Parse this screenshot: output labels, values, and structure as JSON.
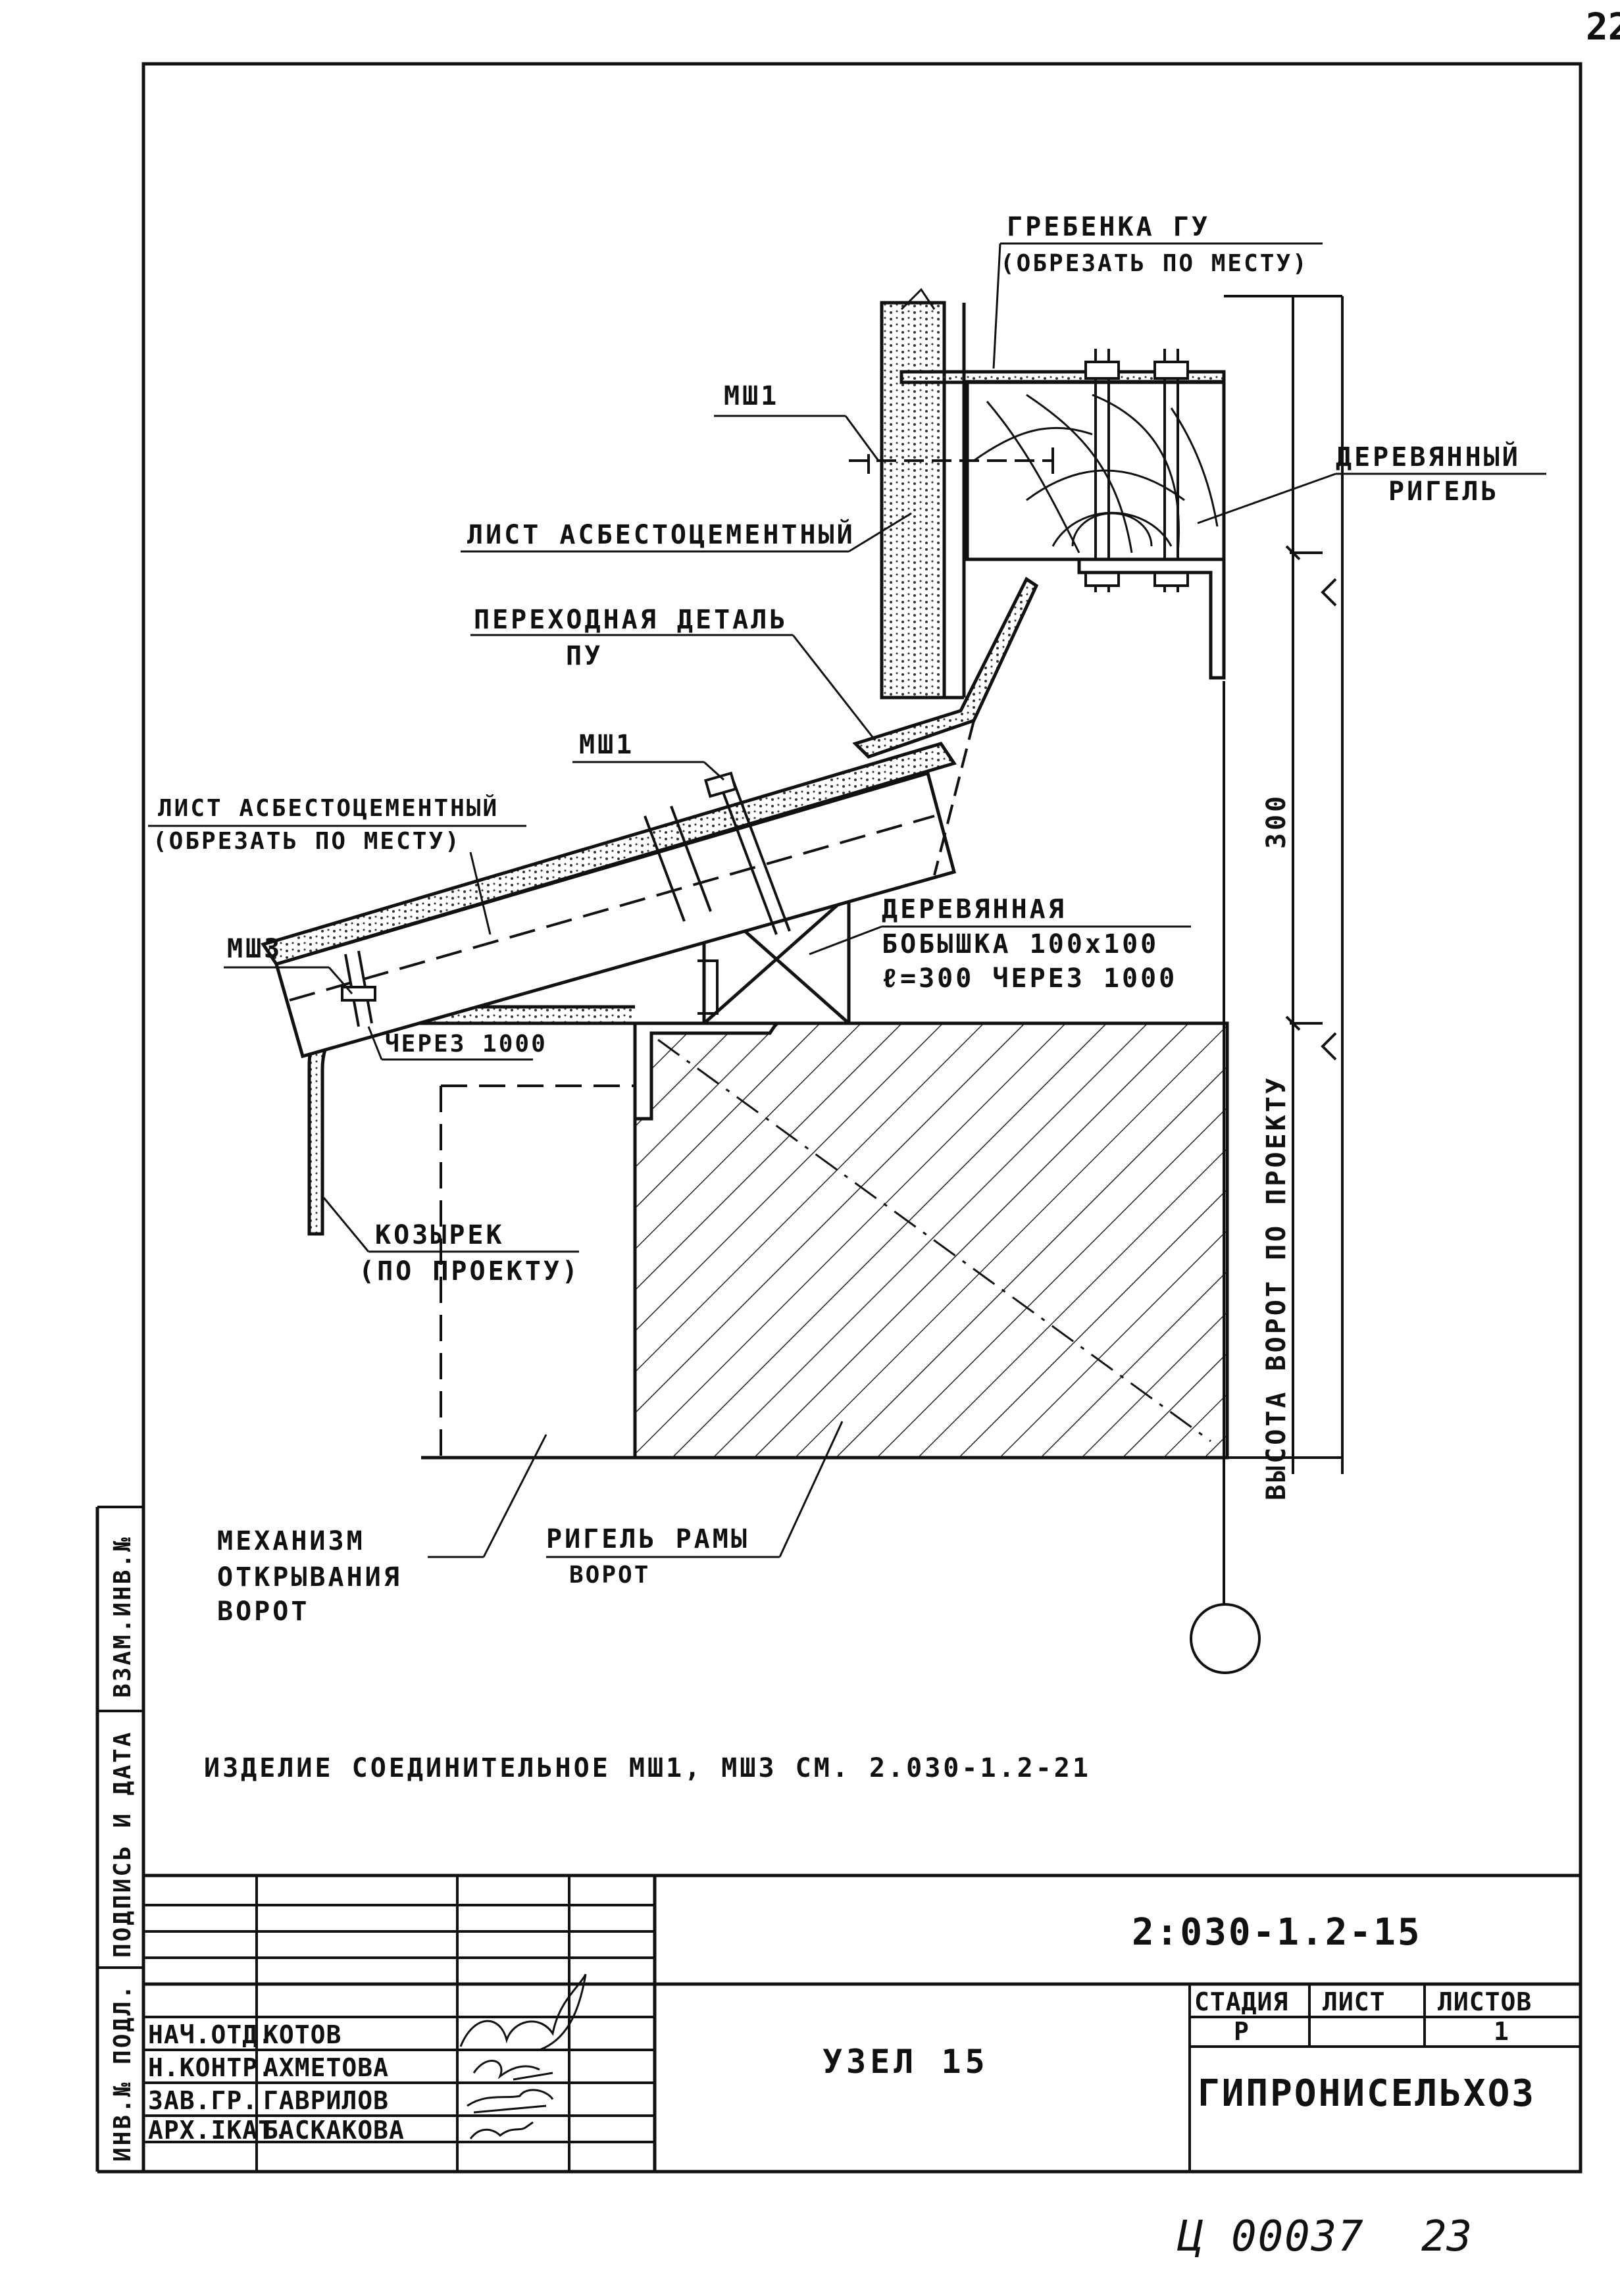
{
  "sheet": {
    "page_number": "22",
    "footer_code": "Ц 00037",
    "footer_number": "23"
  },
  "labels": {
    "grebenka_title": "ГРЕБЕНКА ГУ",
    "grebenka_note": "(ОБРЕЗАТЬ ПО МЕСТУ)",
    "msh1_top": "МШ1",
    "msh1_mid": "МШ1",
    "msh3": "МШ3",
    "rigel_wood_1": "ДЕРЕВЯННЫЙ",
    "rigel_wood_2": "РИГЕЛЬ",
    "asbestos_top": "ЛИСТ АСБЕСТОЦЕМЕНТНЫЙ",
    "transition_1": "ПЕРЕХОДНАЯ ДЕТАЛЬ",
    "transition_2": "ПУ",
    "asbestos_mid_1": "ЛИСТ АСБЕСТОЦЕМЕНТНЫЙ",
    "asbestos_mid_2": "(ОБРЕЗАТЬ ПО МЕСТУ)",
    "boss_1": "ДЕРЕВЯННАЯ",
    "boss_2": "БОБЫШКА 100х100",
    "boss_3": "ℓ=300 ЧЕРЕЗ 1000",
    "every_1000": "ЧЕРЕЗ 1000",
    "canopy_1": "КОЗЫРЕК",
    "canopy_2": "(ПО ПРОЕКТУ)",
    "mechanism_1": "МЕХАНИЗМ",
    "mechanism_2": "ОТКРЫВАНИЯ",
    "mechanism_3": "ВОРОТ",
    "frame_rigel_1": "РИГЕЛЬ РАМЫ",
    "frame_rigel_2": "ВОРОТ",
    "dim_300": "300",
    "gate_height": "ВЫСОТА ВОРОТ ПО ПРОЕКТУ",
    "note": "ИЗДЕЛИЕ СОЕДИНИТЕЛЬНОЕ МШ1, МШ3 СМ. 2.030-1.2-21"
  },
  "side_stamp": {
    "inv_podl": "ИНВ.№ ПОДЛ.",
    "podpis": "ПОДПИСЬ И ДАТА",
    "vzam": "ВЗАМ.ИНВ.№"
  },
  "title_block": {
    "doc_code": "2:030-1.2-15",
    "title": "УЗЕЛ 15",
    "stage_header": "СТАДИЯ",
    "sheet_header": "ЛИСТ",
    "sheets_header": "ЛИСТОВ",
    "stage": "Р",
    "sheet": "",
    "sheets": "1",
    "organization": "ГИПРОНИСЕЛЬХОЗ",
    "people": [
      {
        "role": "НАЧ.ОТД.",
        "name": "КОТОВ"
      },
      {
        "role": "Н.КОНТР.",
        "name": "АХМЕТОВА"
      },
      {
        "role": "ЗАВ.ГР.",
        "name": "ГАВРИЛОВ"
      },
      {
        "role": "АРХ.IКАТ.",
        "name": "БАСКАКОВА"
      }
    ]
  }
}
